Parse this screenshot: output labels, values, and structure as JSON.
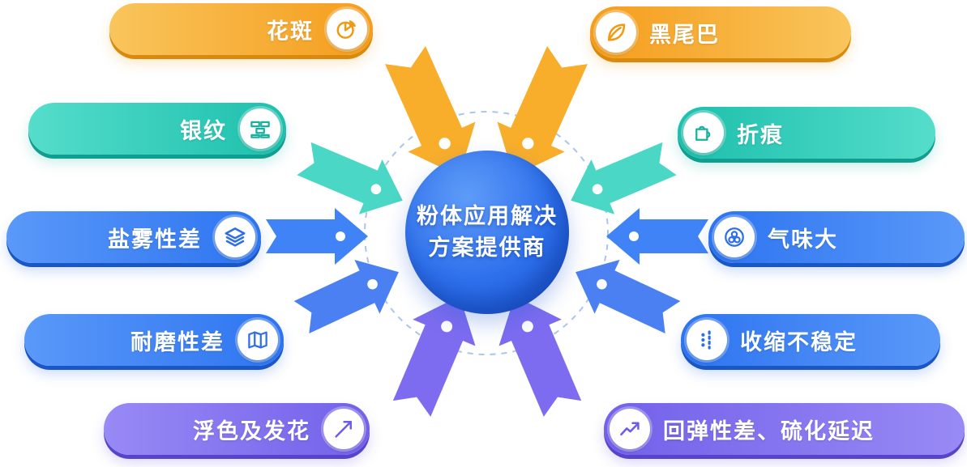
{
  "center": {
    "title_line1": "粉体应用解决",
    "title_line2": "方案提供商"
  },
  "items": [
    {
      "label": "花斑",
      "icon": "pie-chart",
      "theme": "orange",
      "side": "left"
    },
    {
      "label": "黑尾巴",
      "icon": "leaf",
      "theme": "orange",
      "side": "right"
    },
    {
      "label": "银纹",
      "icon": "bricks",
      "theme": "teal",
      "side": "left"
    },
    {
      "label": "折痕",
      "icon": "puzzle",
      "theme": "teal",
      "side": "right"
    },
    {
      "label": "盐雾性差",
      "icon": "layers",
      "theme": "blue",
      "side": "left"
    },
    {
      "label": "气味大",
      "icon": "molecule",
      "theme": "blue",
      "side": "right"
    },
    {
      "label": "耐磨性差",
      "icon": "open-map",
      "theme": "blue",
      "side": "left"
    },
    {
      "label": "收缩不稳定",
      "icon": "shrink-dots",
      "theme": "blue",
      "side": "right"
    },
    {
      "label": "浮色及发花",
      "icon": "trend-arrow",
      "theme": "purple",
      "side": "left"
    },
    {
      "label": "回弹性差、硫化延迟",
      "icon": "line-chart",
      "theme": "purple",
      "side": "right"
    }
  ],
  "colors": {
    "orange": "#f5a022",
    "teal": "#23bfac",
    "blue": "#3578f2",
    "purple": "#7c6bef",
    "center_blue": "#2a6be8",
    "dashed_orbit": "#abc4ef"
  }
}
